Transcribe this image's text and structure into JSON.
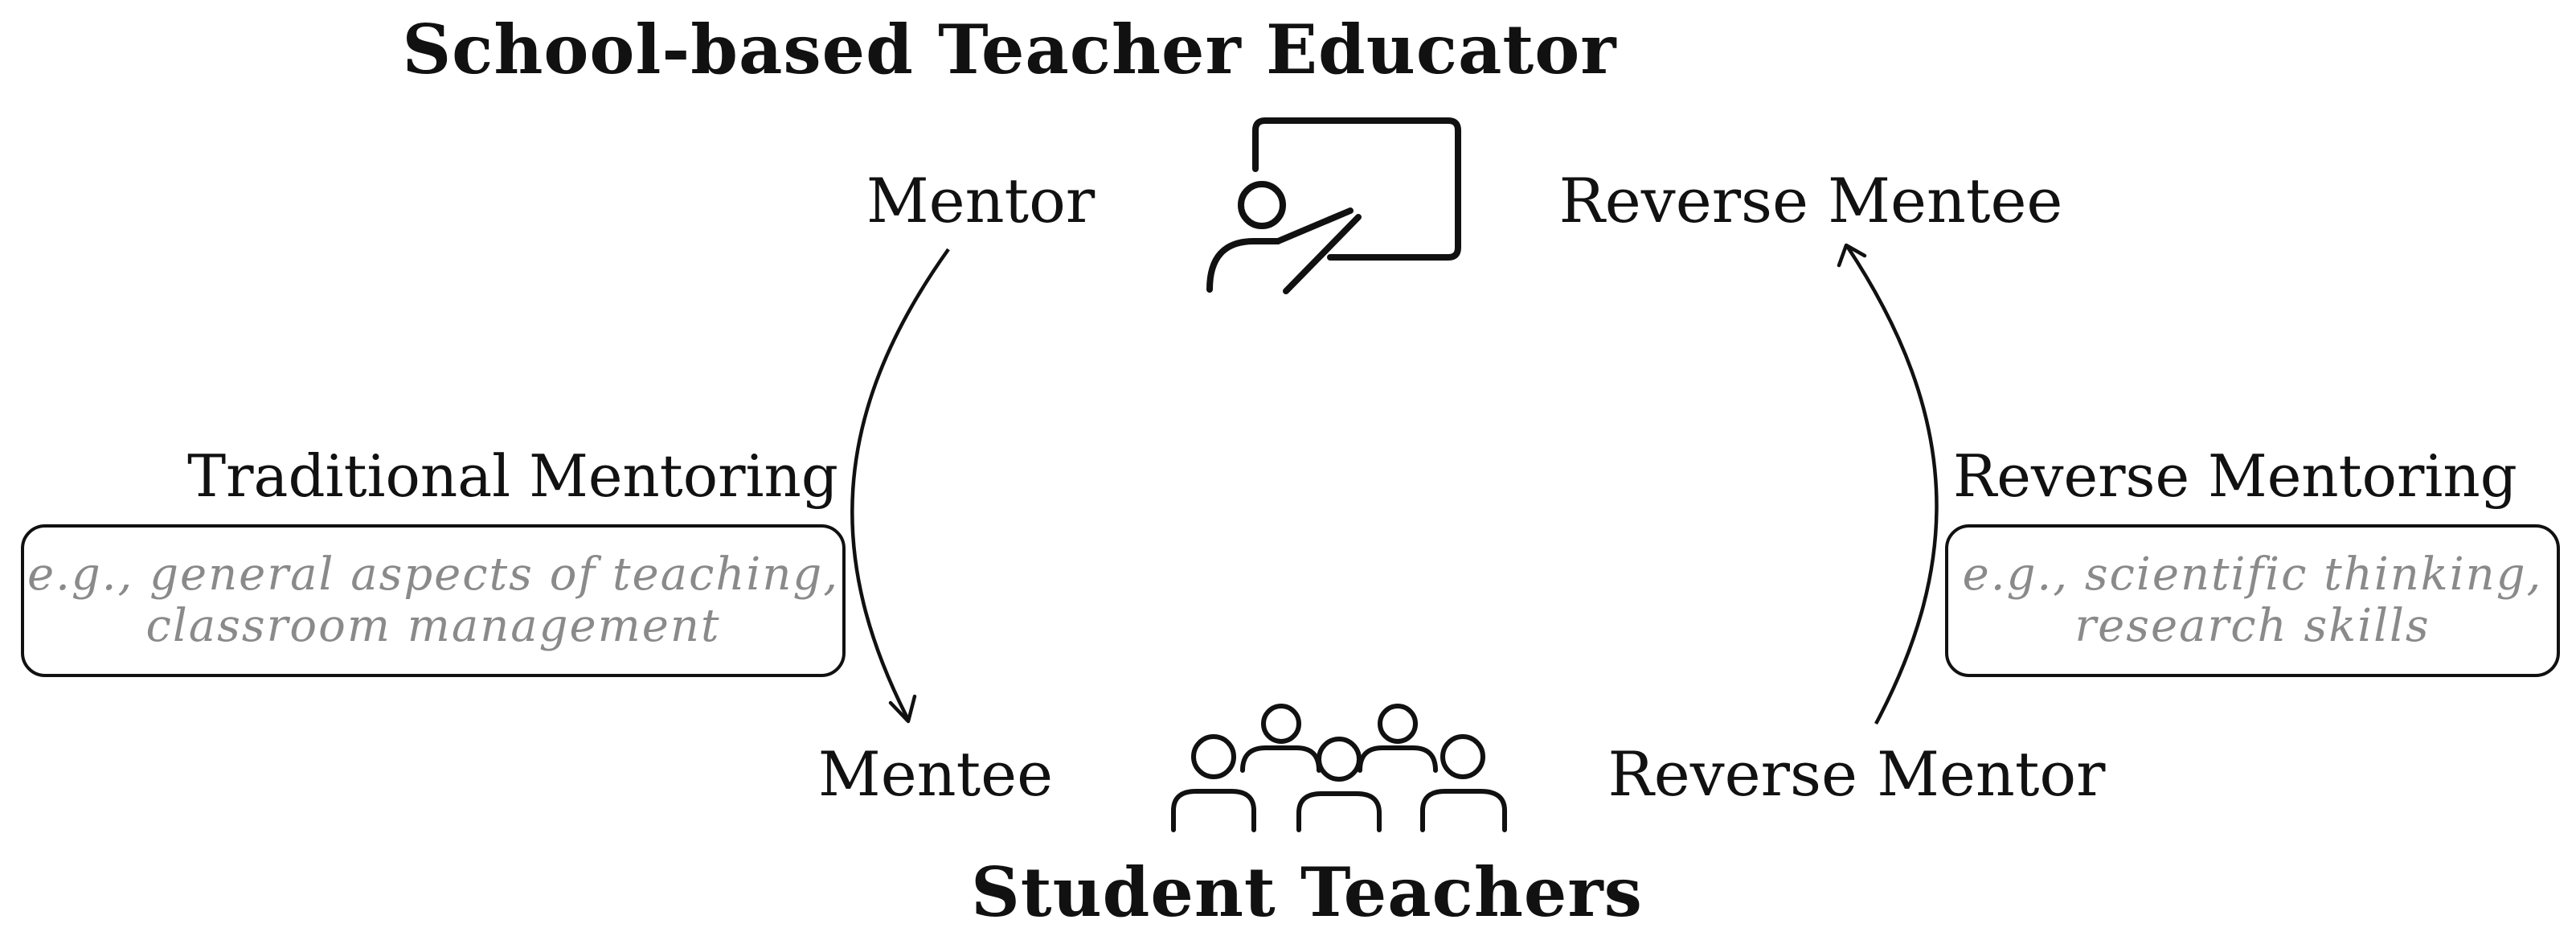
{
  "top_group": {
    "title": "School-based Teacher Educator",
    "icon": "teacher-at-board-icon",
    "role_left": "Mentor",
    "role_right": "Reverse Mentee"
  },
  "bottom_group": {
    "title": "Student Teachers",
    "icon": "student-group-icon",
    "role_left": "Mentee",
    "role_right": "Reverse Mentor"
  },
  "traditional": {
    "label": "Traditional Mentoring",
    "examples": [
      "e.g., general aspects of teaching,",
      "classroom management"
    ],
    "direction": "from Mentor to Mentee"
  },
  "reverse": {
    "label": "Reverse Mentoring",
    "examples": [
      "e.g., scientific thinking,",
      "research skills"
    ],
    "direction": "from Reverse Mentor to Reverse Mentee"
  },
  "colors": {
    "text": "#111111",
    "example_text": "#8a8a8a",
    "stroke": "#111111"
  }
}
